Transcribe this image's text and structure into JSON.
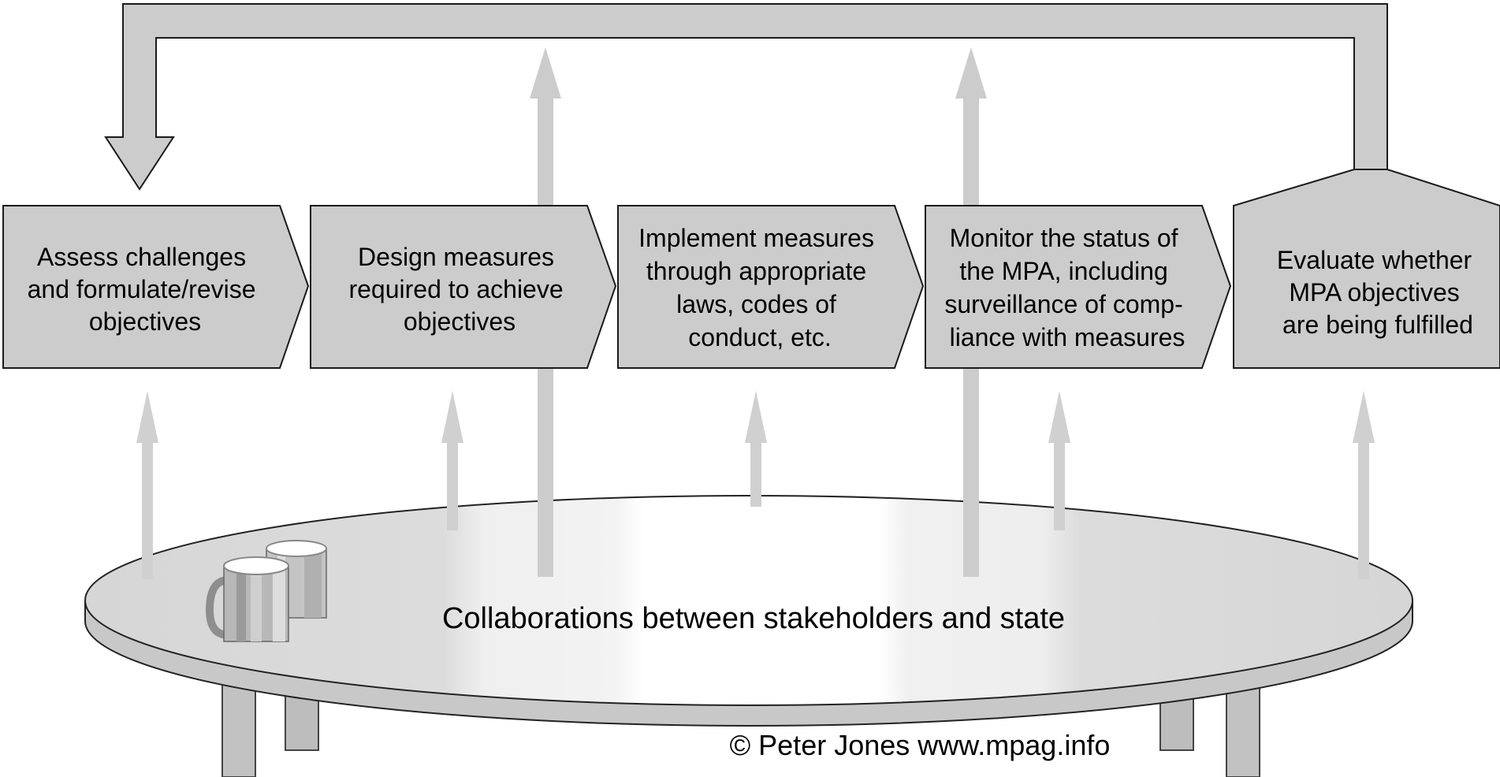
{
  "steps": [
    {
      "lines": [
        "Assess challenges",
        "and formulate/revise",
        "objectives"
      ]
    },
    {
      "lines": [
        "Design measures",
        "required to achieve",
        "objectives"
      ]
    },
    {
      "lines": [
        "Implement measures",
        "through appropriate",
        "laws, codes of",
        "conduct, etc."
      ]
    },
    {
      "lines": [
        "Monitor the status of",
        "the MPA, including",
        "surveillance of comp-",
        "liance with measures"
      ]
    },
    {
      "lines": [
        "Evaluate whether",
        "MPA objectives",
        "are being fulfilled"
      ]
    }
  ],
  "table": {
    "label": "Collaborations between stakeholders and state"
  },
  "credit": "© Peter Jones www.mpag.info",
  "colors": {
    "box_fill": "#cccccc",
    "box_stroke": "#1a1a1a",
    "arrow_light": "#d0d0d0",
    "tabletop": "#d9d9d9",
    "table_highlight": "#ffffff",
    "table_leg": "#bdbdbd"
  }
}
